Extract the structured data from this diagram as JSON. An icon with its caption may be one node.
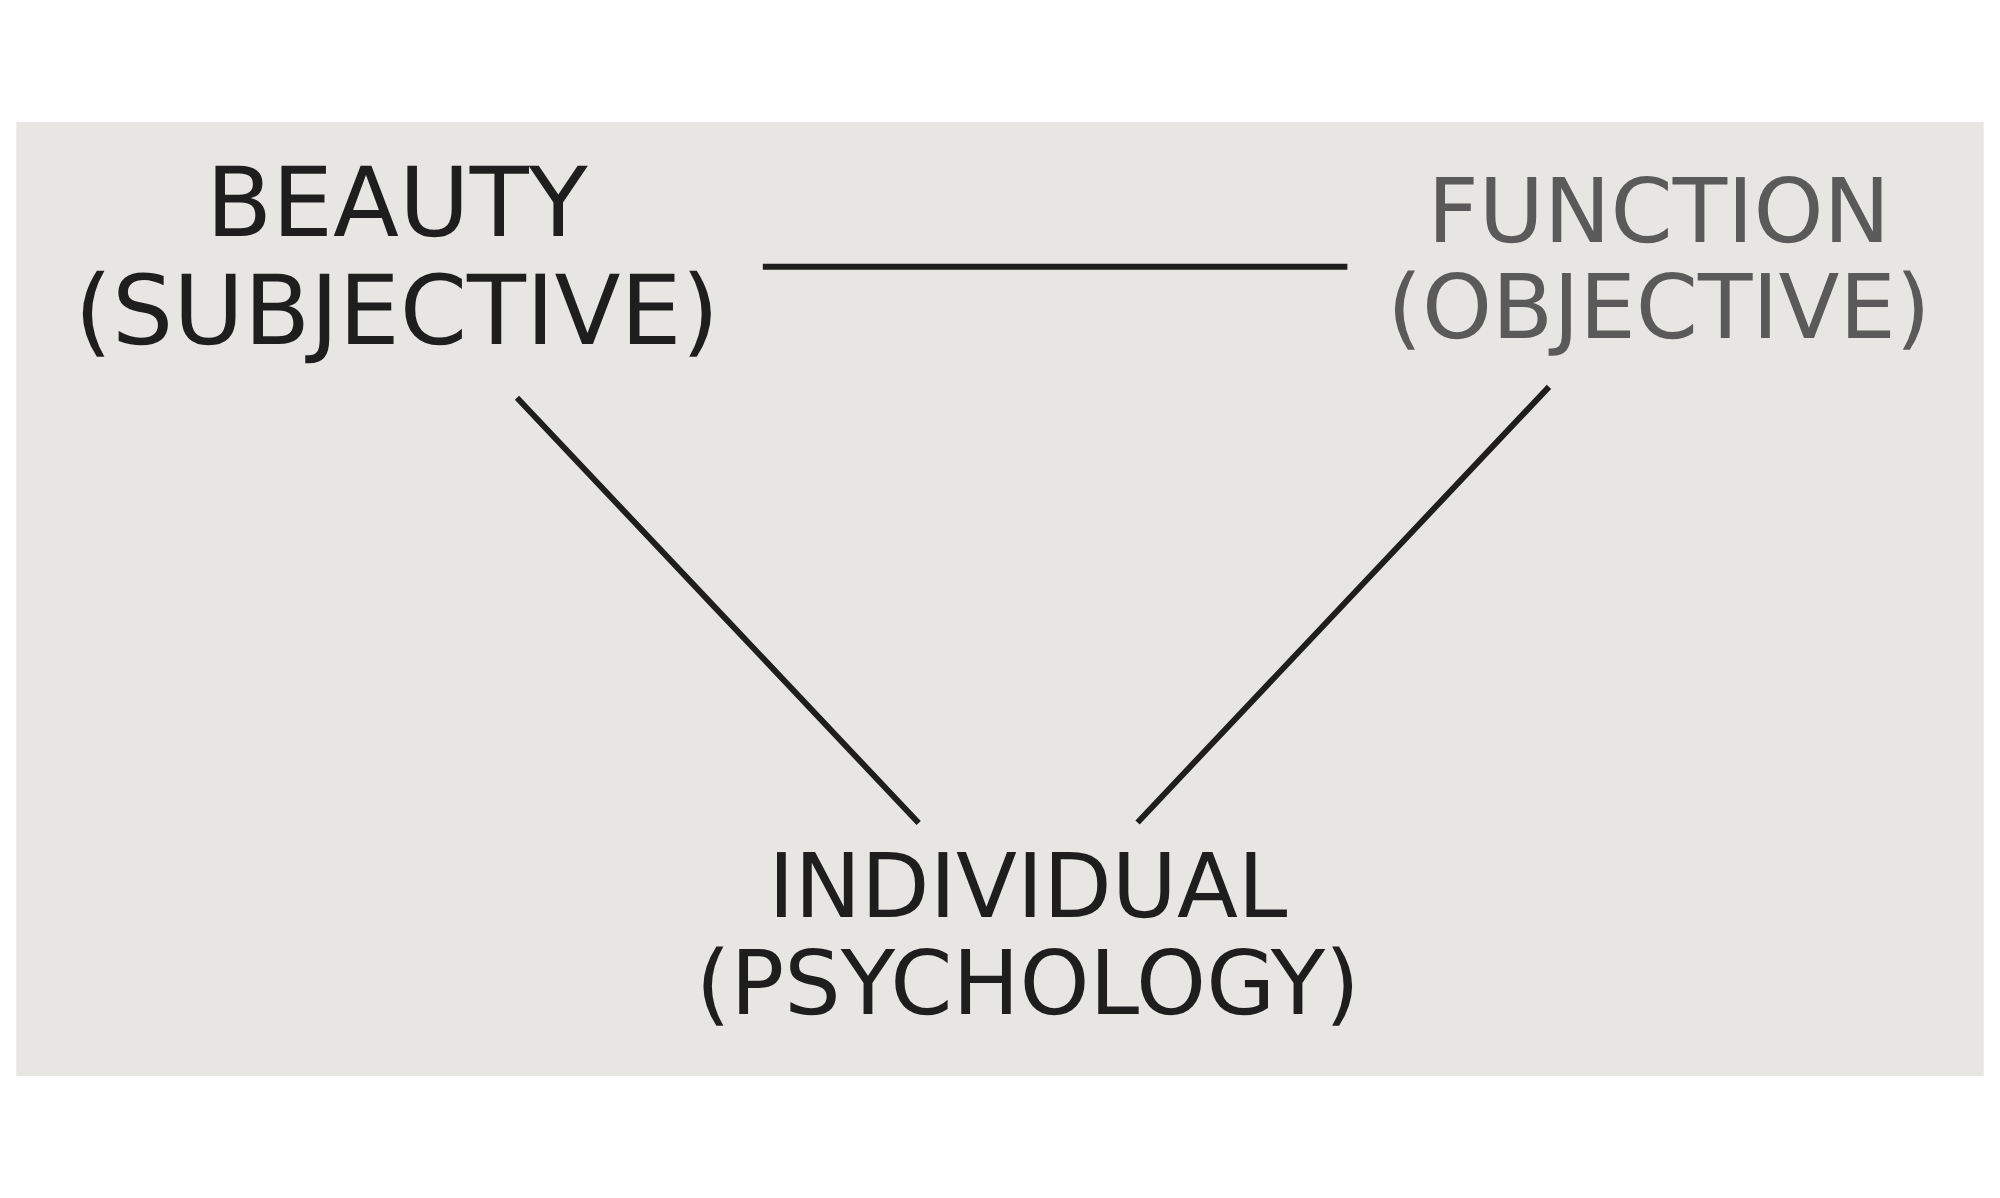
{
  "diagram": {
    "nodes": [
      {
        "text": [
          "BEAUTY",
          "(SUBJECTIVE)"
        ]
      },
      {
        "text": [
          "FUNCTION",
          "(OBJECTIVE)"
        ]
      },
      {
        "text": [
          "INDIVIDUAL",
          "(PSYCHOLOGY)"
        ]
      }
    ],
    "edges": [
      {
        "from": 0,
        "to": 1,
        "arrow": "none"
      },
      {
        "from": 0,
        "to": 2,
        "arrow": "none"
      },
      {
        "from": 1,
        "to": 2,
        "arrow": "none"
      }
    ]
  }
}
